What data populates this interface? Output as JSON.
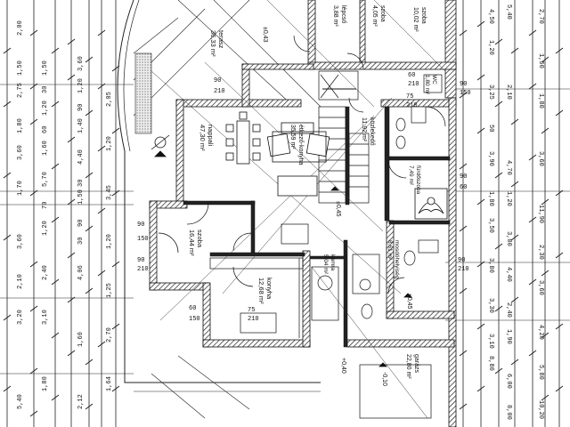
{
  "rooms": {
    "terrace": {
      "line1": "terasz",
      "line2": "36,33 m²",
      "level": "±0,43"
    },
    "stair_top_left": {
      "line1": "lépcső",
      "line2": "3,88 m²"
    },
    "top_room_a": {
      "line1": "szoba",
      "line2": "4,05 m²"
    },
    "top_room_b": {
      "line1": "szoba",
      "line2": "10,02 m²"
    },
    "living": {
      "line1": "nappali",
      "line2": "47,30 m²"
    },
    "dining": {
      "line1": "étkező-konyha",
      "line2": "35,59 m²"
    },
    "hall": {
      "line1": "közlekedő",
      "line2": "11,92 m²",
      "level": "±0,45"
    },
    "bath_right": {
      "line1": "fürdőszoba",
      "line2": "7,49 m²"
    },
    "wc_right": {
      "line1": "WC",
      "line2": "1,80 m²"
    },
    "bedroom_left": {
      "line1": "szoba",
      "line2": "16,44 m²"
    },
    "kitchen": {
      "line1": "konyha",
      "line2": "12,68 m²"
    },
    "pantry": {
      "line1": "kamra",
      "line2": "5,04 m²"
    },
    "utility": {
      "line1": "mosdóhelyiség",
      "line2": "8,61 m²",
      "level": "±0,45"
    },
    "garage": {
      "line1": "garázs",
      "line2": "22,80 m²",
      "level": "-0,10"
    },
    "lower_level": "+0,40"
  },
  "left_dims": {
    "col1": [
      "2,00",
      "1,50",
      "2,75",
      "1,80",
      "3,60",
      "1,70",
      "3,60",
      "2,10",
      "3,20",
      "5,40"
    ],
    "col2": [
      "1,50",
      "30",
      "1,20",
      "60",
      "1,60",
      "5,70",
      "70",
      "1,20",
      "2,40",
      "3,10",
      "1,80"
    ],
    "col3": [
      "3,60",
      "1,20",
      "90",
      "1,40",
      "4,40",
      "30",
      "1,50",
      "90",
      "30",
      "4,06",
      "1,60",
      "2,12"
    ],
    "col4": [
      "2,05",
      "1,20",
      "3,45",
      "1,20",
      "1,25",
      "2,70",
      "1,64"
    ]
  },
  "right_dims": {
    "col1": [
      "4,50",
      "1,20",
      "3,25",
      "50",
      "3,90",
      "1,80",
      "3,50",
      "3,80",
      "3,30",
      "3,10",
      "8,80"
    ],
    "col2": [
      "5,40",
      "2,10",
      "4,70",
      "1,20",
      "3,00",
      "4,40",
      "2,40",
      "1,90",
      "6,00",
      "8,00"
    ],
    "col3": [
      "2,70",
      "1,50",
      "1,80",
      "3,60",
      "11,90",
      "2,30",
      "3,60",
      "4,20",
      "5,80",
      "10,20"
    ]
  },
  "openings": [
    "90",
    "150",
    "90",
    "210",
    "90",
    "210",
    "60",
    "210",
    "75",
    "210",
    "90",
    "150",
    "90",
    "60",
    "90",
    "210",
    "60",
    "150",
    "75",
    "210"
  ]
}
